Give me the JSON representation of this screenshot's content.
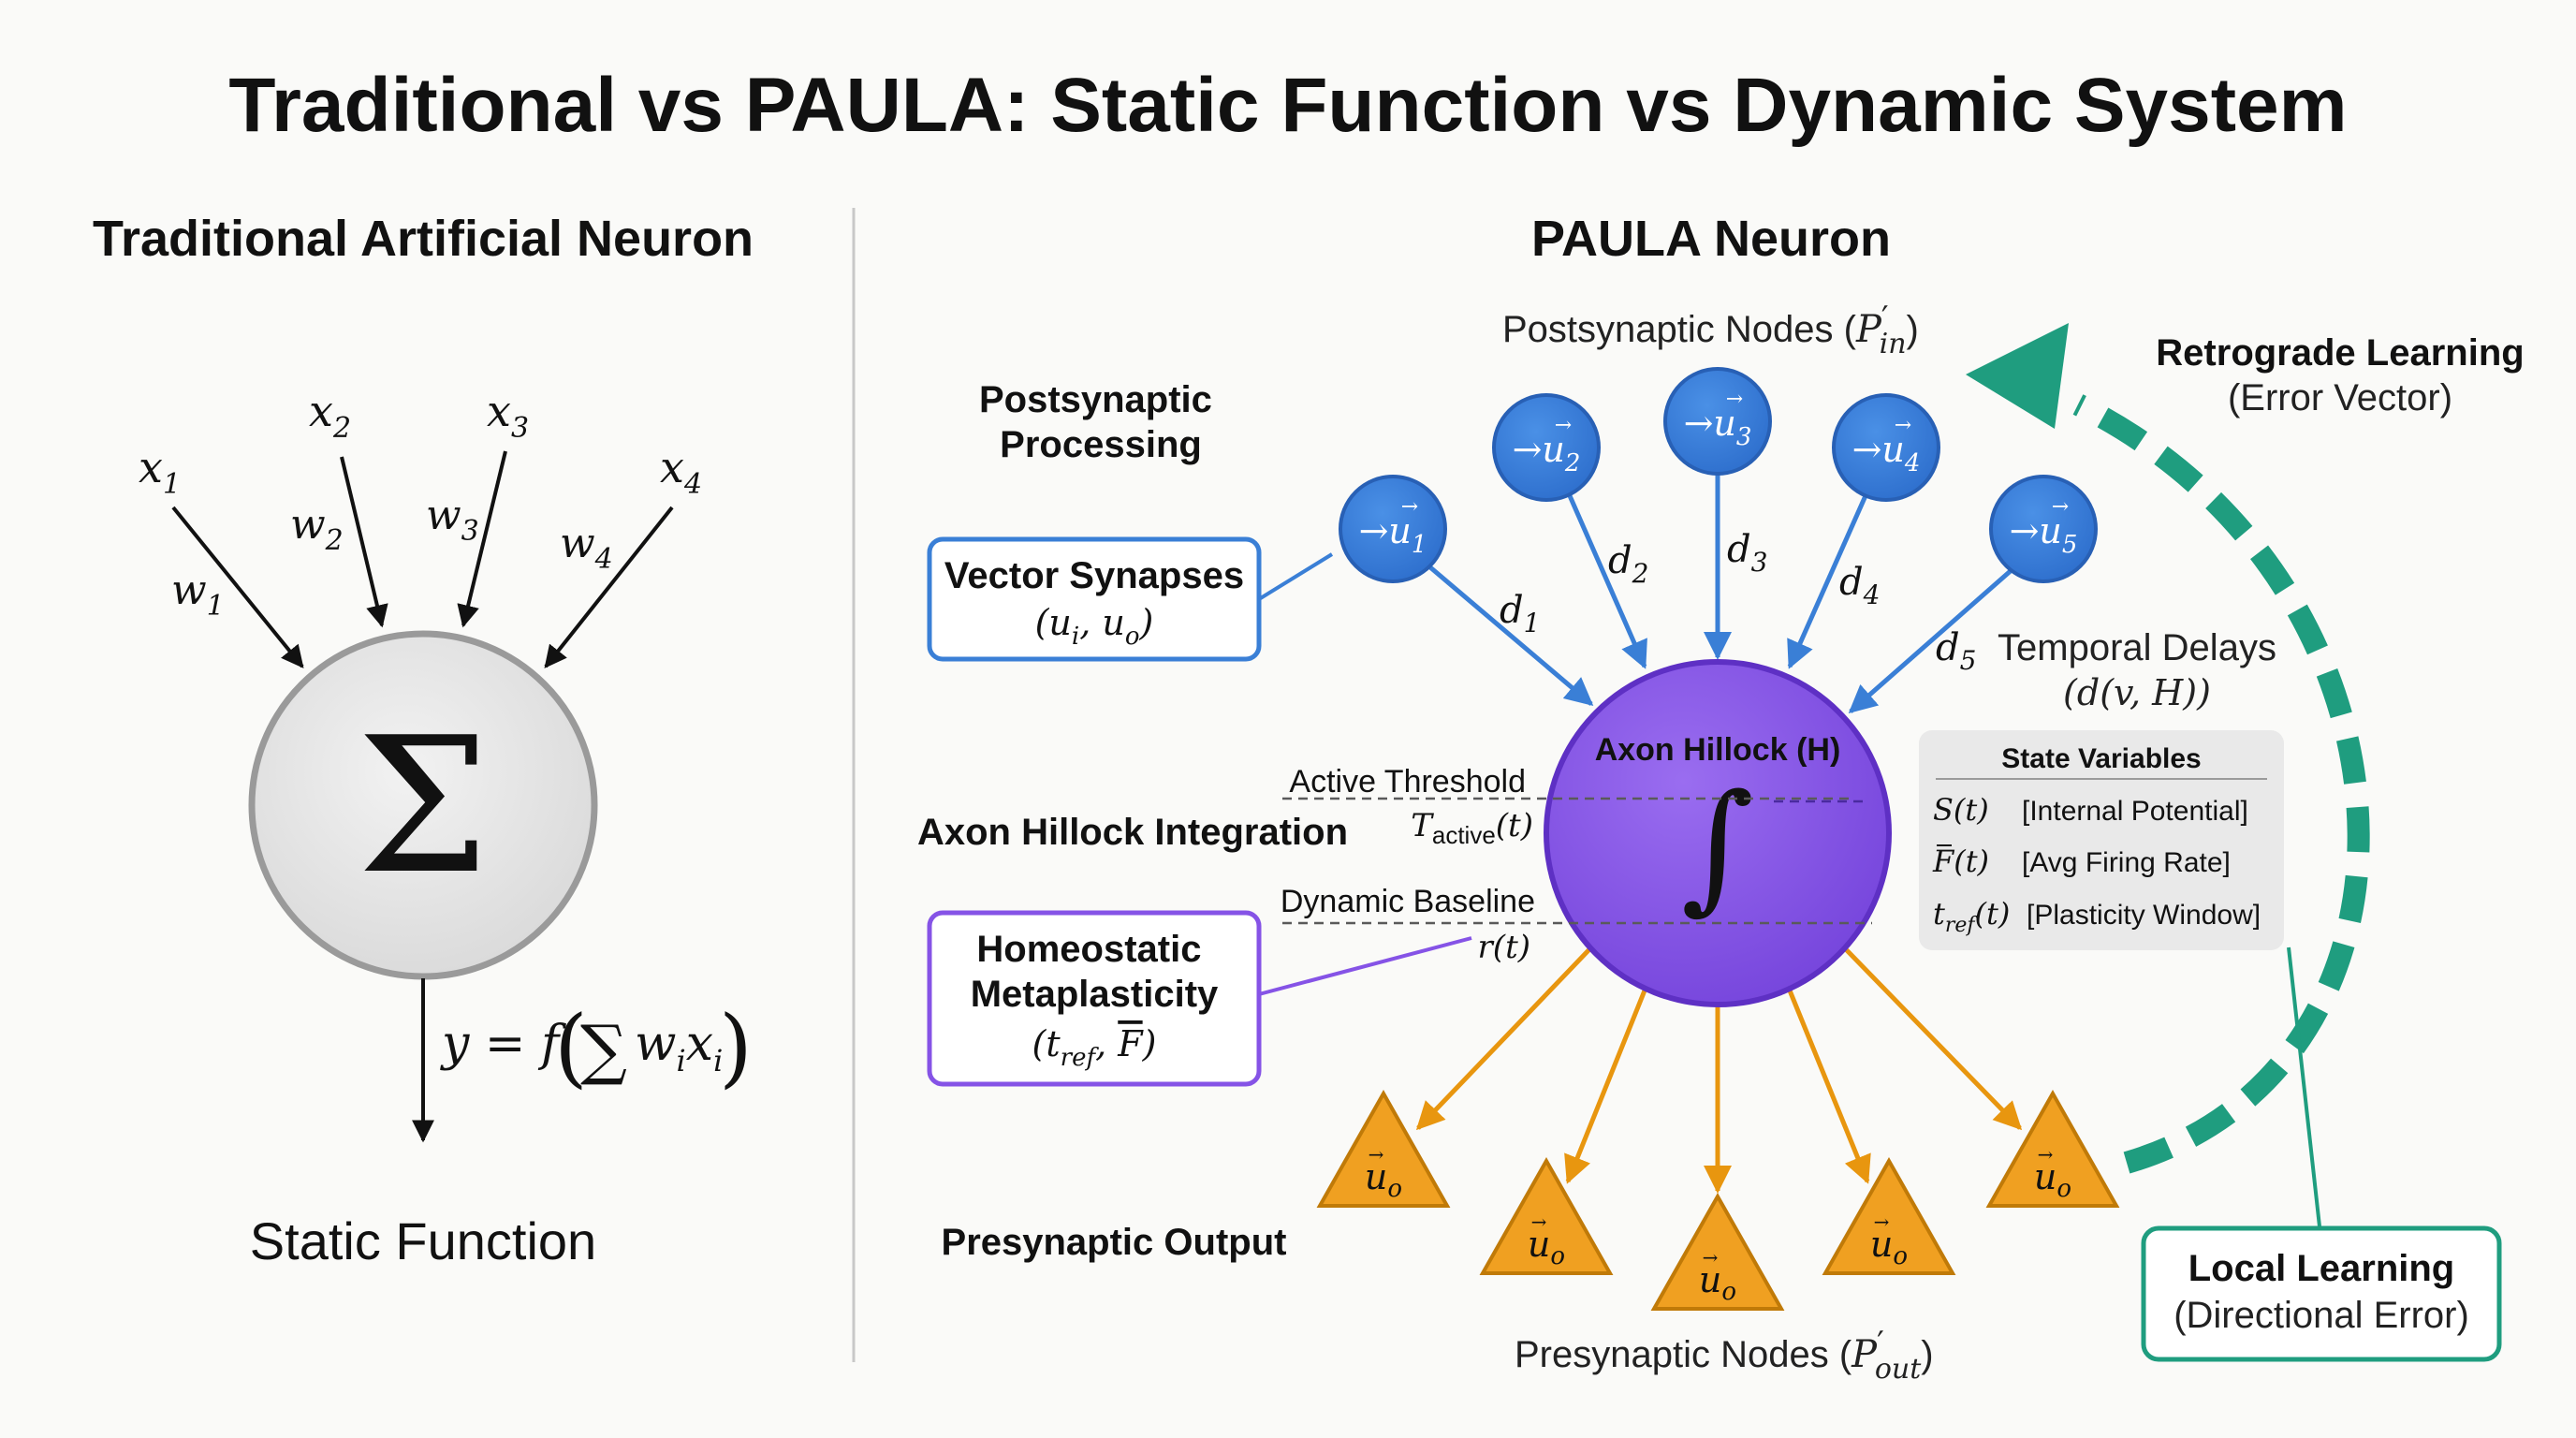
{
  "title": "Traditional vs PAULA: Static Function vs Dynamic System",
  "left": {
    "heading": "Traditional Artificial Neuron",
    "inputs": [
      "x",
      "x",
      "x",
      "x"
    ],
    "input_subs": [
      "1",
      "2",
      "3",
      "4"
    ],
    "weights": [
      "w",
      "w",
      "w",
      "w"
    ],
    "weight_subs": [
      "1",
      "2",
      "3",
      "4"
    ],
    "sum_symbol": "Σ",
    "formula": {
      "lhs": "y = f",
      "sum": "∑",
      "w": "w",
      "i1": "i",
      "x": "x",
      "i2": "i"
    },
    "caption": "Static Function"
  },
  "right": {
    "heading": "PAULA Neuron",
    "postsynaptic_nodes": {
      "label": "Postsynaptic Nodes (",
      "sym": "P",
      "prime": "′",
      "sub": "in",
      "close": ")"
    },
    "nodes": [
      {
        "arrow": "→",
        "u": "u",
        "accent": "→",
        "sub": "1"
      },
      {
        "arrow": "→",
        "u": "u",
        "accent": "→",
        "sub": "2"
      },
      {
        "arrow": "→",
        "u": "u",
        "accent": "→",
        "sub": "3"
      },
      {
        "arrow": "→",
        "u": "u",
        "accent": "→",
        "sub": "4"
      },
      {
        "arrow": "→",
        "u": "u",
        "accent": "→",
        "sub": "5"
      }
    ],
    "delays": [
      {
        "d": "d",
        "sub": "1"
      },
      {
        "d": "d",
        "sub": "2"
      },
      {
        "d": "d",
        "sub": "3"
      },
      {
        "d": "d",
        "sub": "4"
      },
      {
        "d": "d",
        "sub": "5"
      }
    ],
    "temporal_delays": {
      "line1": "Temporal Delays",
      "line2": "(d(v, H))"
    },
    "postsynaptic_processing": [
      "Postsynaptic",
      "Processing"
    ],
    "vector_synapses": {
      "title": "Vector Synapses",
      "open": "(u",
      "sub_i": "i",
      "mid": ", u",
      "sub_o": "o",
      "close": ")"
    },
    "axon_hillock_integration": "Axon Hillock Integration",
    "hillock": {
      "label": "Axon Hillock (H)",
      "integral": "∫"
    },
    "active_threshold": {
      "label": "Active Threshold",
      "sym": "T",
      "sub": "active",
      "arg": "(t)"
    },
    "dynamic_baseline": {
      "label": "Dynamic Baseline",
      "sym": "r(t)"
    },
    "homeostatic": {
      "line1": "Homeostatic",
      "line2": "Metaplasticity",
      "open": "(t",
      "sub": "ref",
      "mid": ", ",
      "fbar": "F",
      "close": ")"
    },
    "state_variables": {
      "title": "State Variables",
      "rows": [
        {
          "sym": "S(t)",
          "desc": "[Internal Potential]"
        },
        {
          "sym": "F(t)",
          "desc": "[Avg Firing Rate]"
        },
        {
          "sym": "t",
          "sub": "ref",
          "arg": "(t)",
          "desc": "[Plasticity Window]"
        }
      ]
    },
    "presynaptic_output": "Presynaptic Output",
    "outputs": [
      {
        "u": "u",
        "accent": "→",
        "sub": "o"
      },
      {
        "u": "u",
        "accent": "→",
        "sub": "o"
      },
      {
        "u": "u",
        "accent": "→",
        "sub": "o"
      },
      {
        "u": "u",
        "accent": "→",
        "sub": "o"
      },
      {
        "u": "u",
        "accent": "→",
        "sub": "o"
      }
    ],
    "presynaptic_nodes": {
      "label": "Presynaptic Nodes (",
      "sym": "P",
      "prime": "′",
      "sub": "out",
      "close": ")"
    },
    "retrograde": {
      "line1": "Retrograde Learning",
      "line2": "(Error Vector)"
    },
    "local_learning": {
      "line1": "Local Learning",
      "line2": "(Directional Error)"
    }
  },
  "colors": {
    "blue": "#3a7fd6",
    "purple": "#8553e6",
    "orange": "#e8960f",
    "teal": "#1f9d7f",
    "gray_circle": "#e4e4e4"
  }
}
